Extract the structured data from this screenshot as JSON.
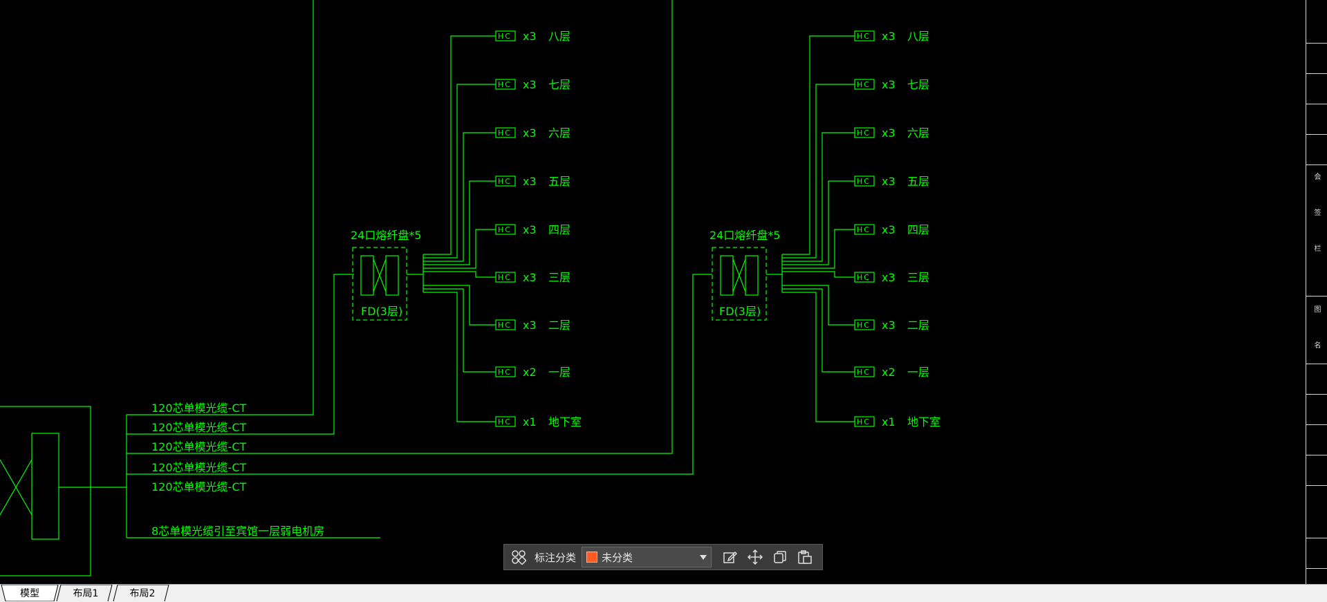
{
  "risers": [
    {
      "title": "24口熔纤盘*5",
      "device": "FD(3层)"
    },
    {
      "title": "24口熔纤盘*5",
      "device": "FD(3层)"
    }
  ],
  "floors": [
    {
      "hc": "HC",
      "count": "x3",
      "name": "八层"
    },
    {
      "hc": "HC",
      "count": "x3",
      "name": "七层"
    },
    {
      "hc": "HC",
      "count": "x3",
      "name": "六层"
    },
    {
      "hc": "HC",
      "count": "x3",
      "name": "五层"
    },
    {
      "hc": "HC",
      "count": "x3",
      "name": "四层"
    },
    {
      "hc": "HC",
      "count": "x3",
      "name": "三层"
    },
    {
      "hc": "HC",
      "count": "x3",
      "name": "二层"
    },
    {
      "hc": "HC",
      "count": "x2",
      "name": "一层"
    },
    {
      "hc": "HC",
      "count": "x1",
      "name": "地下室"
    }
  ],
  "cables": [
    "120芯单模光缆-CT",
    "120芯单模光缆-CT",
    "120芯单模光缆-CT",
    "120芯单模光缆-CT",
    "120芯单模光缆-CT"
  ],
  "cable_bottom": "8芯单模光缆引至宾馆一层弱电机房",
  "right_panel": {
    "labels": [
      "会",
      "签",
      "栏",
      "图",
      "名"
    ]
  },
  "toolbar": {
    "category_label": "标注分类",
    "selected_category": "未分类",
    "swatch_color": "#ff5a1f"
  },
  "tabs": [
    "模型",
    "布局1",
    "布局2"
  ],
  "colors": {
    "drawing": "#00ff00",
    "background": "#000000"
  }
}
